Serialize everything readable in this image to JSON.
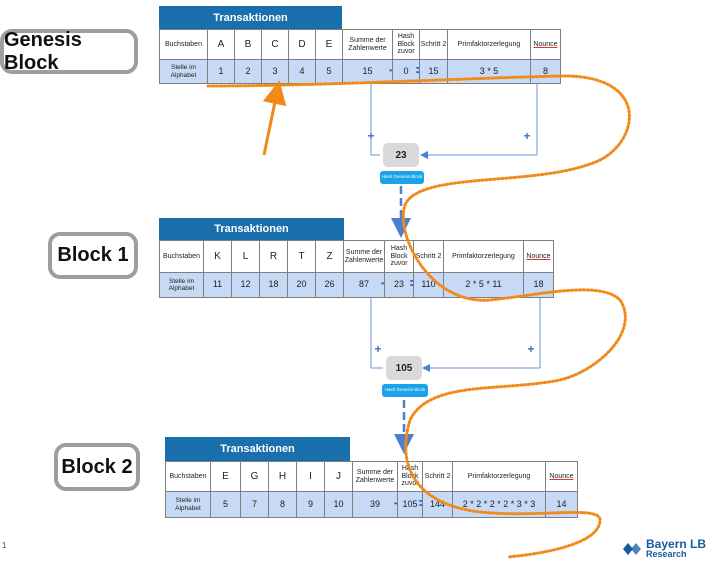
{
  "colors": {
    "accent": "#1a6fad",
    "row_highlight": "#c6d9f5",
    "orange": "#f28a1a",
    "connector": "#4a7fd4",
    "hash_label": "#1aa3e8"
  },
  "blocks": [
    {
      "name": "Genesis Block",
      "header": "Transaktionen",
      "row1_label": "Buchstaben",
      "letters": [
        "A",
        "B",
        "C",
        "D",
        "E"
      ],
      "sum_header": "Summe der Zahlenwerte",
      "hash_header": "Hash Block zuvor",
      "step2_header": "Schritt 2",
      "prime_header": "Primfaktorzerlegung",
      "nounce_header": "Nounce",
      "row2_label": "Stelle im Alphabet",
      "numbers": [
        "1",
        "2",
        "3",
        "4",
        "5"
      ],
      "sum": "15",
      "prev_hash": "0",
      "step2": "15",
      "prime": "3 * 5",
      "nounce": "8"
    },
    {
      "name": "Block 1",
      "header": "Transaktionen",
      "row1_label": "Buchstaben",
      "letters": [
        "K",
        "L",
        "R",
        "T",
        "Z"
      ],
      "sum_header": "Summe der Zahlenwerte",
      "hash_header": "Hash Block zuvor",
      "step2_header": "Schritt 2",
      "prime_header": "Primfaktorzerlegung",
      "nounce_header": "Nounce",
      "row2_label": "Stelle im Alphabet",
      "numbers": [
        "11",
        "12",
        "18",
        "20",
        "26"
      ],
      "sum": "87",
      "prev_hash": "23",
      "step2": "110",
      "prime": "2 * 5 * 11",
      "nounce": "18"
    },
    {
      "name": "Block 2",
      "header": "Transaktionen",
      "row1_label": "Buchstaben",
      "letters": [
        "E",
        "G",
        "H",
        "I",
        "J"
      ],
      "sum_header": "Summe der Zahlenwerte",
      "hash_header": "Hash Block zuvor",
      "step2_header": "Schritt 2",
      "prime_header": "Primfaktorzerlegung",
      "nounce_header": "Nounce",
      "row2_label": "Stelle im Alphabet",
      "numbers": [
        "5",
        "7",
        "8",
        "9",
        "10"
      ],
      "sum": "39",
      "prev_hash": "105",
      "step2": "144",
      "prime": "2 * 2 * 2 * 2 * 3 * 3",
      "nounce": "14"
    }
  ],
  "hashes": [
    {
      "value": "23",
      "label": "Hash Genesis Block"
    },
    {
      "value": "105",
      "label": "Hash Genesis Block"
    }
  ],
  "symbols": {
    "plus": "+",
    "equals": "="
  },
  "page_number": "1",
  "logo": {
    "name": "Bayern LB",
    "sub": "Research"
  }
}
